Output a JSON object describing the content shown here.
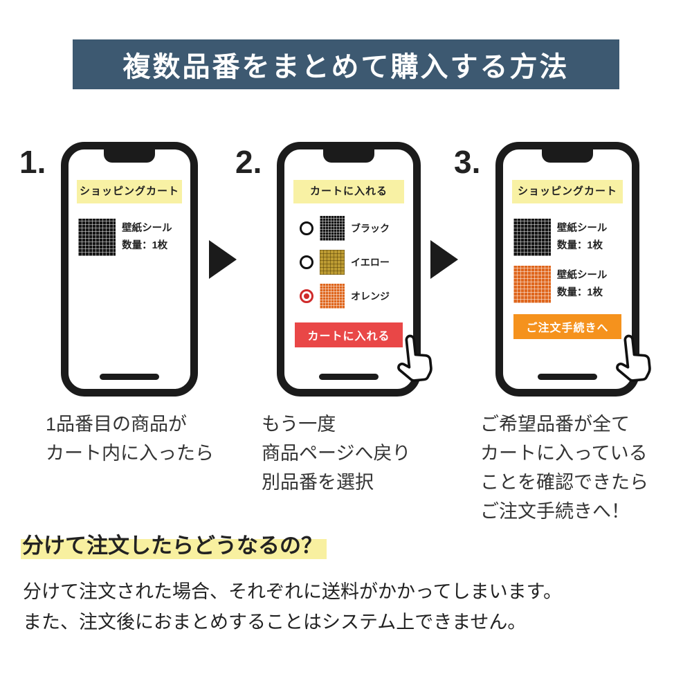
{
  "header": {
    "title": "複数品番をまとめて購入する方法"
  },
  "steps": [
    {
      "number": "1.",
      "phone": {
        "banner": "ショッピングカート",
        "products": [
          {
            "swatch": "black",
            "name": "壁紙シール",
            "qty": "数量：1枚"
          }
        ]
      },
      "caption": "1品番目の商品が\nカート内に入ったら"
    },
    {
      "number": "2.",
      "phone": {
        "banner": "カートに入れる",
        "options": [
          {
            "label": "ブラック",
            "swatch": "black",
            "checked": false
          },
          {
            "label": "イエロー",
            "swatch": "yellow",
            "checked": false
          },
          {
            "label": "オレンジ",
            "swatch": "orange",
            "checked": true
          }
        ],
        "button": "カートに入れる"
      },
      "caption": "もう一度\n商品ページへ戻り\n別品番を選択"
    },
    {
      "number": "3.",
      "phone": {
        "banner": "ショッピングカート",
        "products": [
          {
            "swatch": "black",
            "name": "壁紙シール",
            "qty": "数量：1枚"
          },
          {
            "swatch": "orange",
            "name": "壁紙シール",
            "qty": "数量：1枚"
          }
        ],
        "button": "ご注文手続きへ"
      },
      "caption": "ご希望品番が全て\nカートに入っている\nことを確認できたら\nご注文手続きへ！"
    }
  ],
  "note": {
    "heading": "分けて注文したらどうなるの？",
    "body": "分けて注文された場合、それぞれに送料がかかってしまいます。\nまた、注文後におまとめすることはシステム上できません。"
  },
  "icons": {
    "arrow": "triangle-right-icon",
    "hand": "hand-cursor-icon"
  },
  "colors": {
    "header_bg": "#3d5971",
    "banner_yellow": "#f8f1a4",
    "highlight_yellow": "#f8f0a0",
    "button_red": "#e94747",
    "button_orange": "#f5921d",
    "swatch_black": "#141414",
    "swatch_yellow": "#bd9c33",
    "swatch_orange": "#df661d",
    "radio_checked": "#cf2b2b"
  }
}
